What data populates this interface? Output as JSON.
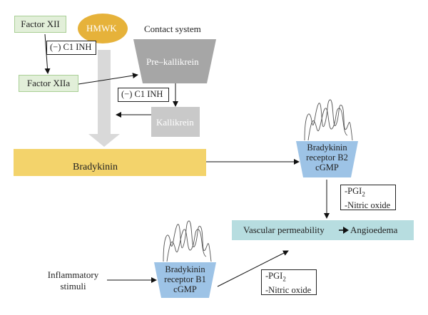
{
  "nodes": {
    "factor_xii": "Factor XII",
    "factor_xiia": "Factor XIIa",
    "hmwk": "HMWK",
    "contact_system": "Contact system",
    "prekallikrein": "Pre–kallikrein",
    "kallikrein": "Kallikrein",
    "bradykinin": "Bradykinin",
    "receptor_b2": [
      "Bradykinin",
      "receptor B2",
      "cGMP"
    ],
    "receptor_b1": [
      "Bradykinin",
      "receptor B1",
      "cGMP"
    ],
    "vascular_permeability": "Vascular permeability",
    "angioedema": "Angioedema",
    "inflammatory_stimuli": [
      "Inflammatory",
      "stimuli"
    ]
  },
  "inhibitor_labels": {
    "top": "(−) C1 INH",
    "middle": "(−) C1 INH"
  },
  "mediator_boxes": {
    "b2": [
      "-PGI",
      "-Nitric oxide"
    ],
    "b1": [
      "-PGI",
      "-Nitric oxide"
    ],
    "subscript": "2"
  },
  "colors": {
    "green_fill": "#e2efd9",
    "hmwk_fill": "#e6b23a",
    "trapezoid_gray": "#a6a6a6",
    "kallikrein_gray": "#c9c9c9",
    "bradykinin_fill": "#f3d36b",
    "receptor_blue": "#9dc3e6",
    "teal_fill": "#b7dde0",
    "big_arrow_gray": "#d9d9d9"
  }
}
